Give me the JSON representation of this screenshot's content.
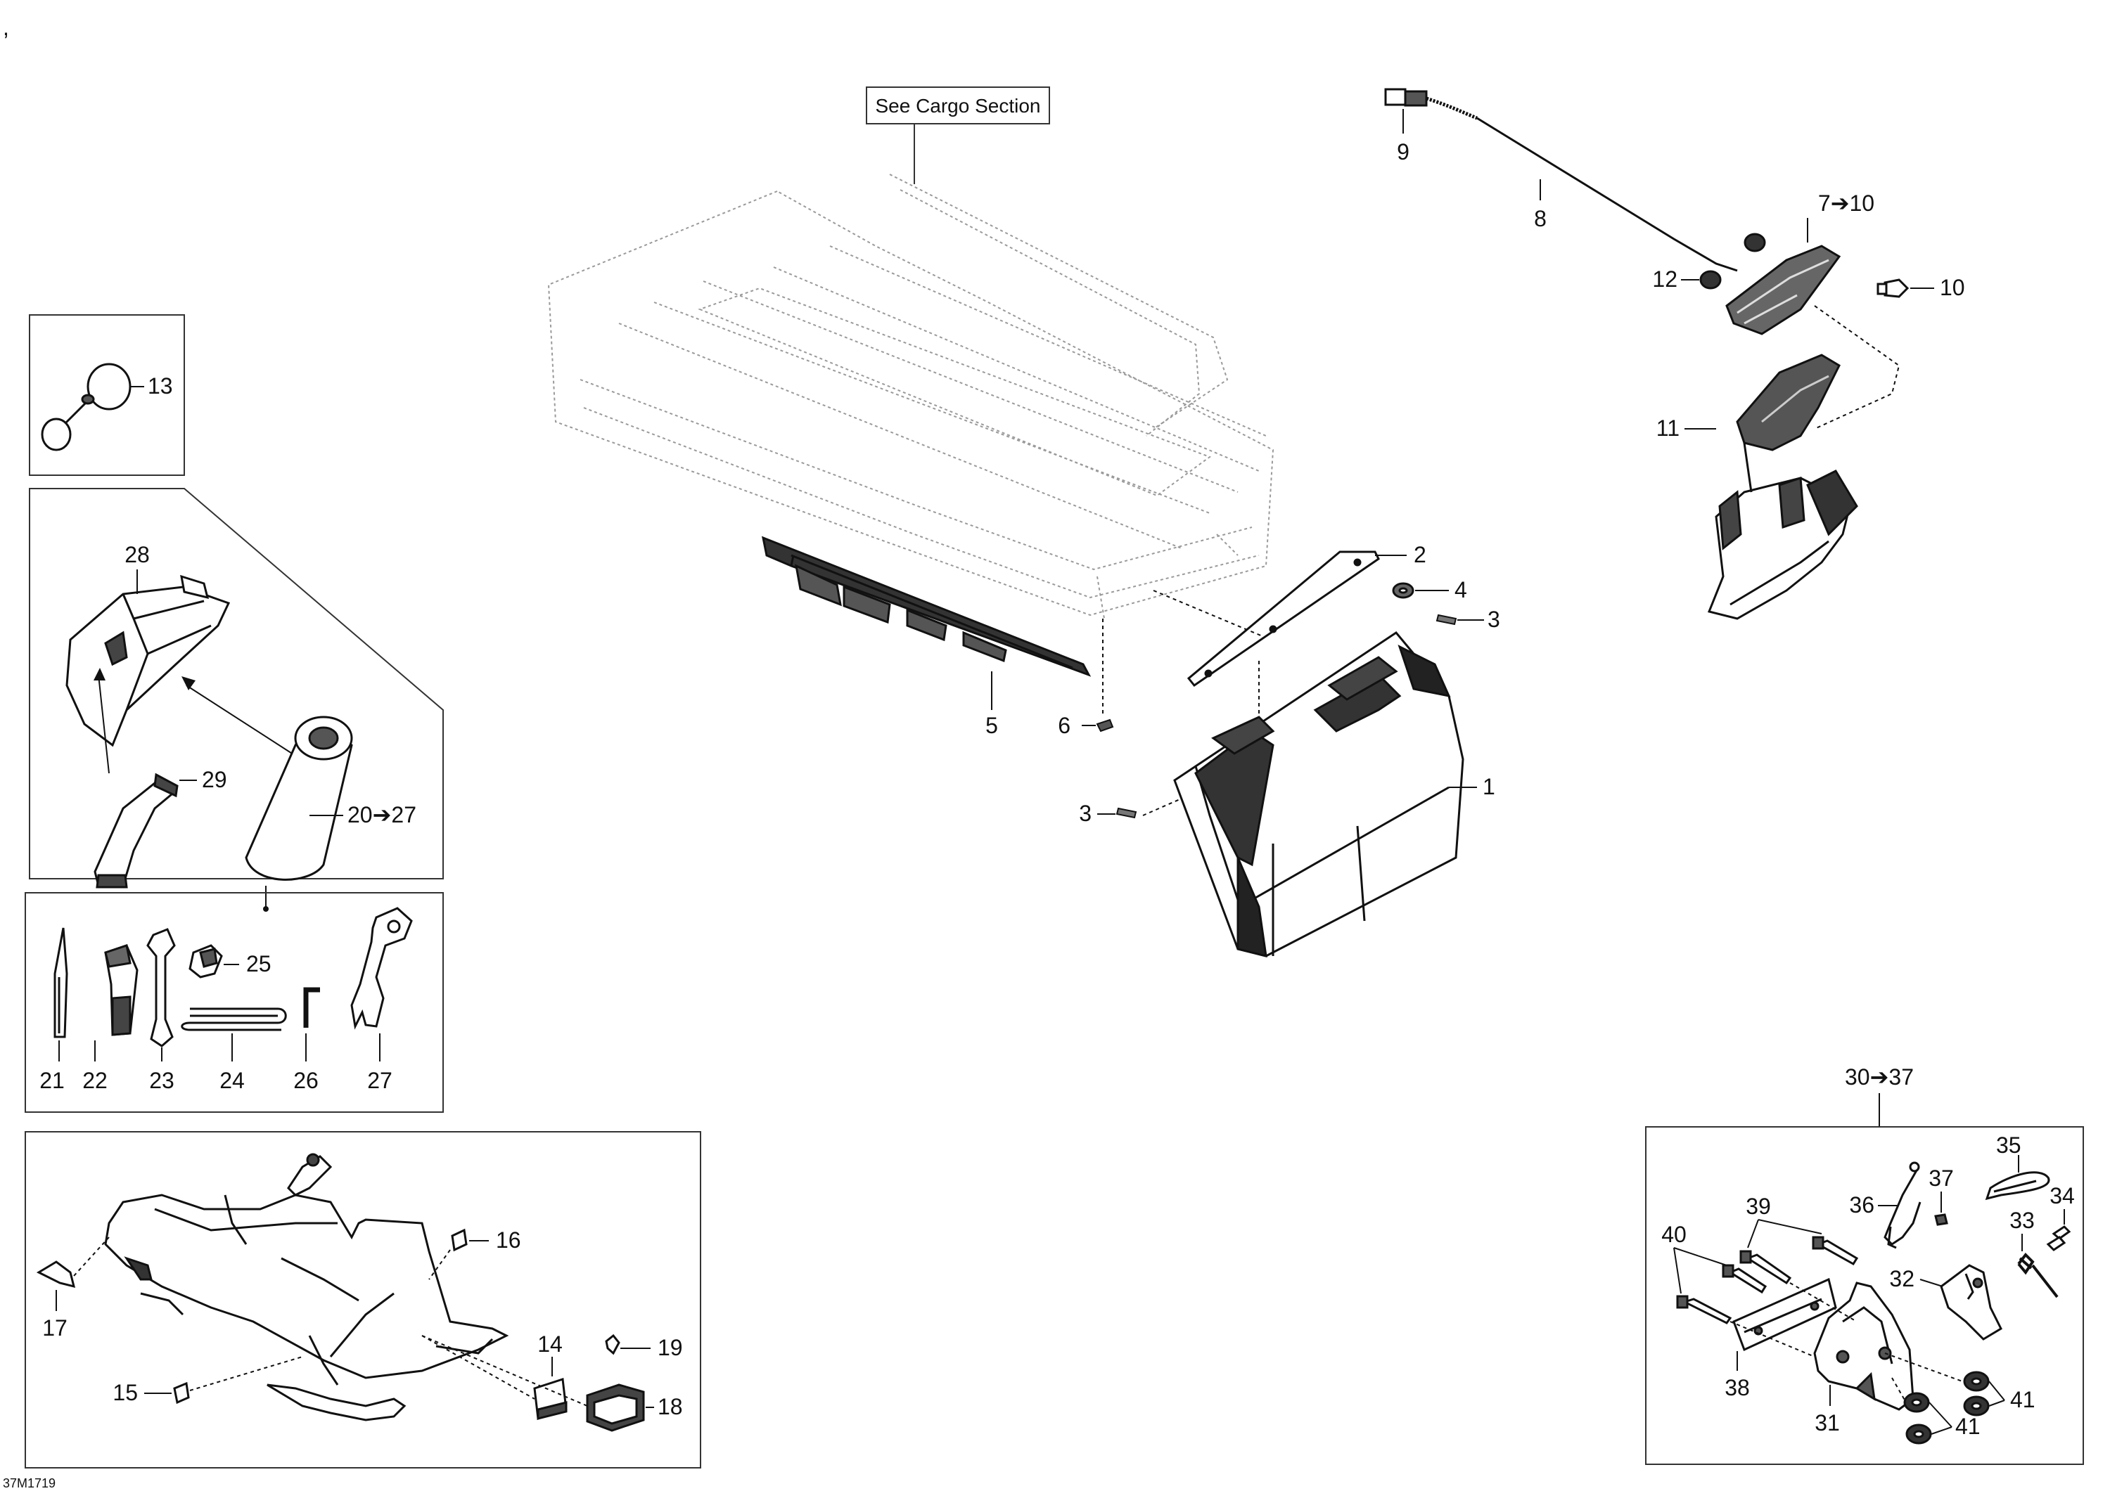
{
  "top_mark": ",",
  "callout_box": "See Cargo Section",
  "figure_id": "37M1719",
  "labels": {
    "l1": "1",
    "l2": "2",
    "l3a": "3",
    "l3b": "3",
    "l4": "4",
    "l5": "5",
    "l6": "6",
    "l7_10": "7➔10",
    "l8": "8",
    "l9": "9",
    "l10": "10",
    "l11": "11",
    "l12": "12",
    "l13": "13",
    "l14": "14",
    "l15": "15",
    "l16": "16",
    "l17": "17",
    "l18": "18",
    "l19": "19",
    "l20_27": "20➔27",
    "l21": "21",
    "l22": "22",
    "l23": "23",
    "l24": "24",
    "l25": "25",
    "l26": "26",
    "l27": "27",
    "l28": "28",
    "l29": "29",
    "l30_37": "30➔37",
    "l31": "31",
    "l32": "32",
    "l33": "33",
    "l34": "34",
    "l35": "35",
    "l36": "36",
    "l37": "37",
    "l38": "38",
    "l39": "39",
    "l40": "40",
    "l41a": "41",
    "l41b": "41"
  }
}
